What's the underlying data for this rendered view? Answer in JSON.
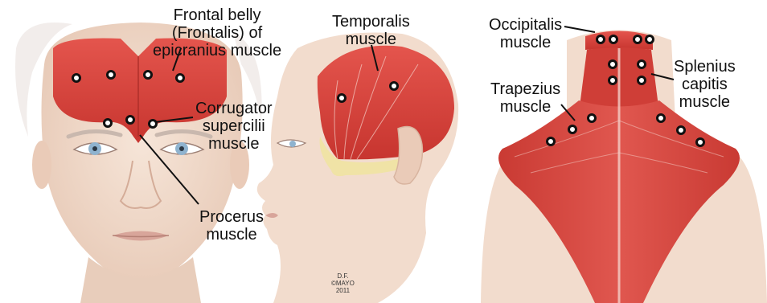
{
  "labels": {
    "frontal": [
      "Frontal belly",
      "(Frontalis) of",
      "epicranius muscle"
    ],
    "temporalis": [
      "Temporalis",
      "muscle"
    ],
    "occipitalis": [
      "Occipitalis",
      "muscle"
    ],
    "corrugator": [
      "Corrugator",
      "supercilii",
      "muscle"
    ],
    "procerus": [
      "Procerus",
      "muscle"
    ],
    "trapezius": [
      "Trapezius",
      "muscle"
    ],
    "splenius": [
      "Splenius",
      "capitis",
      "muscle"
    ]
  },
  "credit": [
    "D.F.",
    "©MAYO",
    "2011"
  ],
  "colors": {
    "muscle": "#d9463f",
    "muscle_dark": "#b9302c",
    "skin": "#f2dccd",
    "skin_shadow": "#e3c3b0",
    "tendon": "#f0e3a6",
    "eye": "#8fb3cf",
    "lip": "#d8a59a",
    "marker_fill": "#ffffff",
    "marker_stroke": "#111111"
  }
}
